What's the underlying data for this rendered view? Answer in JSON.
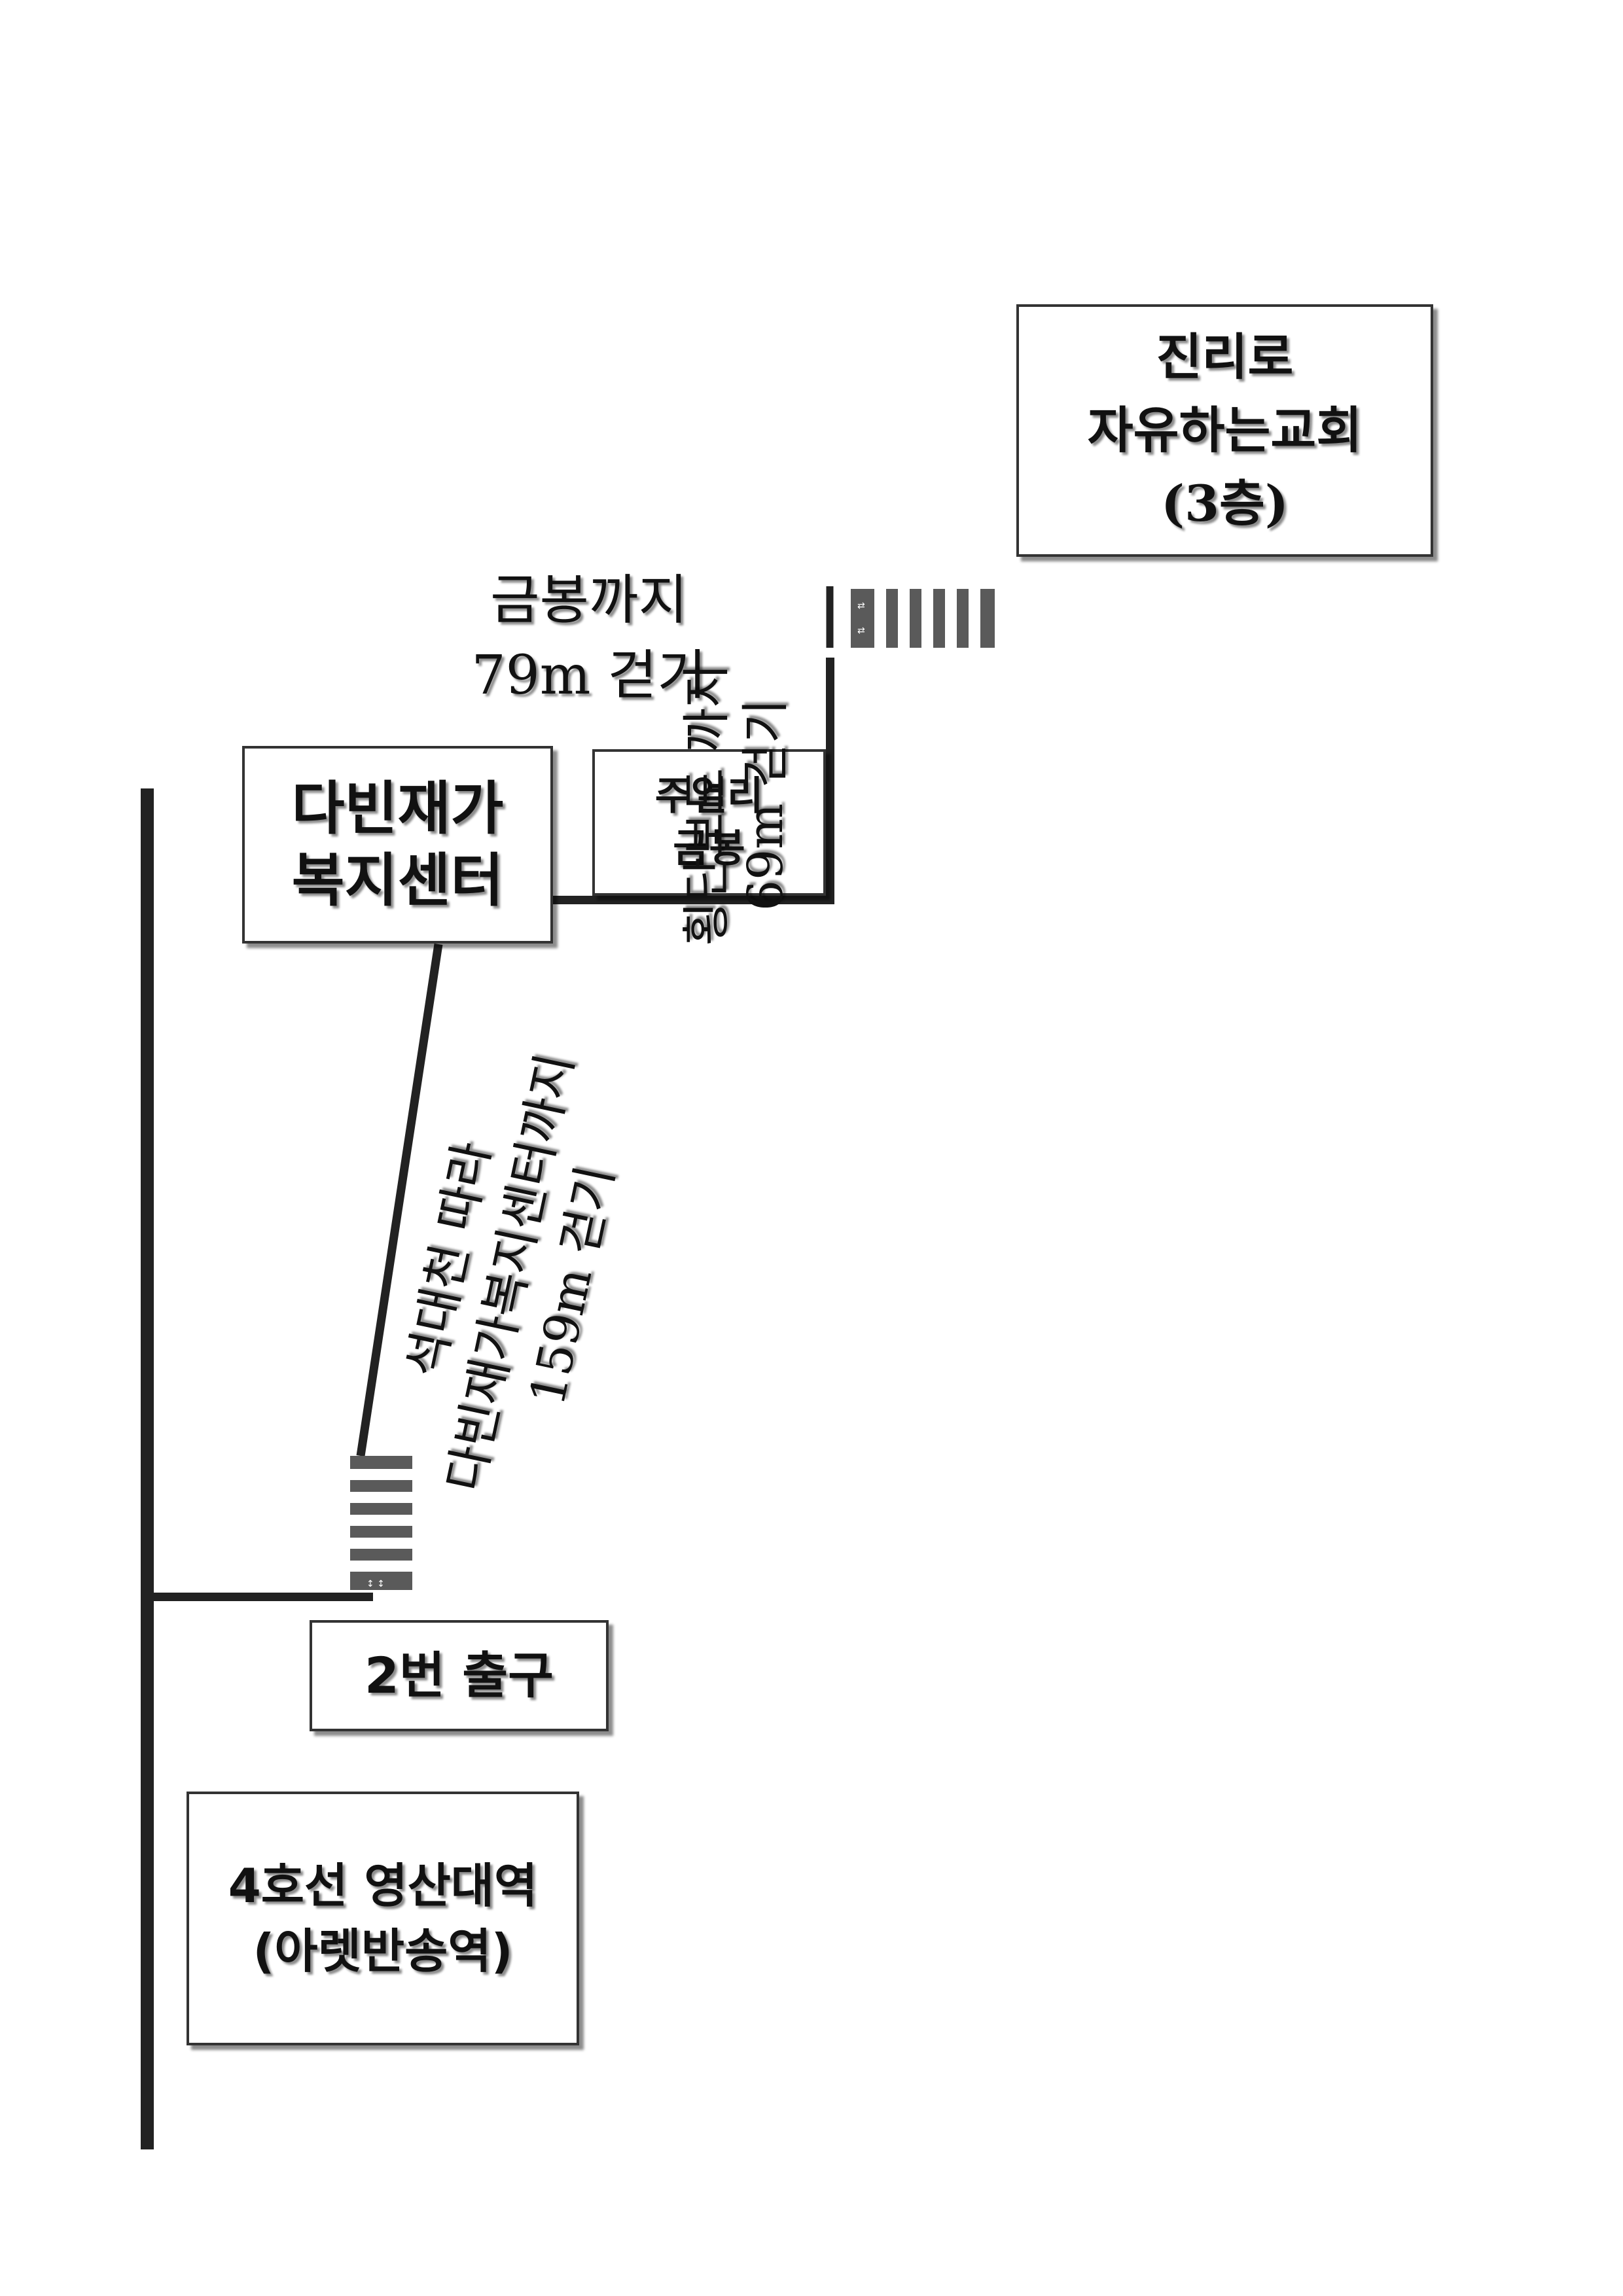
{
  "places": {
    "church": [
      "진리로",
      "자유하는교회",
      "(3층)"
    ],
    "welfare_center": [
      "다빈재가",
      "복지센터"
    ],
    "jewelry": [
      "주얼리",
      "금봉"
    ],
    "exit": [
      "2번 출구"
    ],
    "station": [
      "4호선 영산대역",
      "(아렛반송역)"
    ]
  },
  "routes": {
    "to_geumbong": [
      "금봉까지",
      "79m 걷기"
    ],
    "to_crosswalk": [
      "횡단보도 까지",
      "69m 걷기"
    ],
    "to_welfare": [
      "석대천 따라",
      "다빈재가복지센터까지",
      "159m 걷기"
    ]
  },
  "colors": {
    "road": "#222222",
    "crosswalk_dark": "#5a5a5a",
    "crosswalk_light": "#ffffff",
    "box_border": "#333333",
    "text": "#111111"
  }
}
